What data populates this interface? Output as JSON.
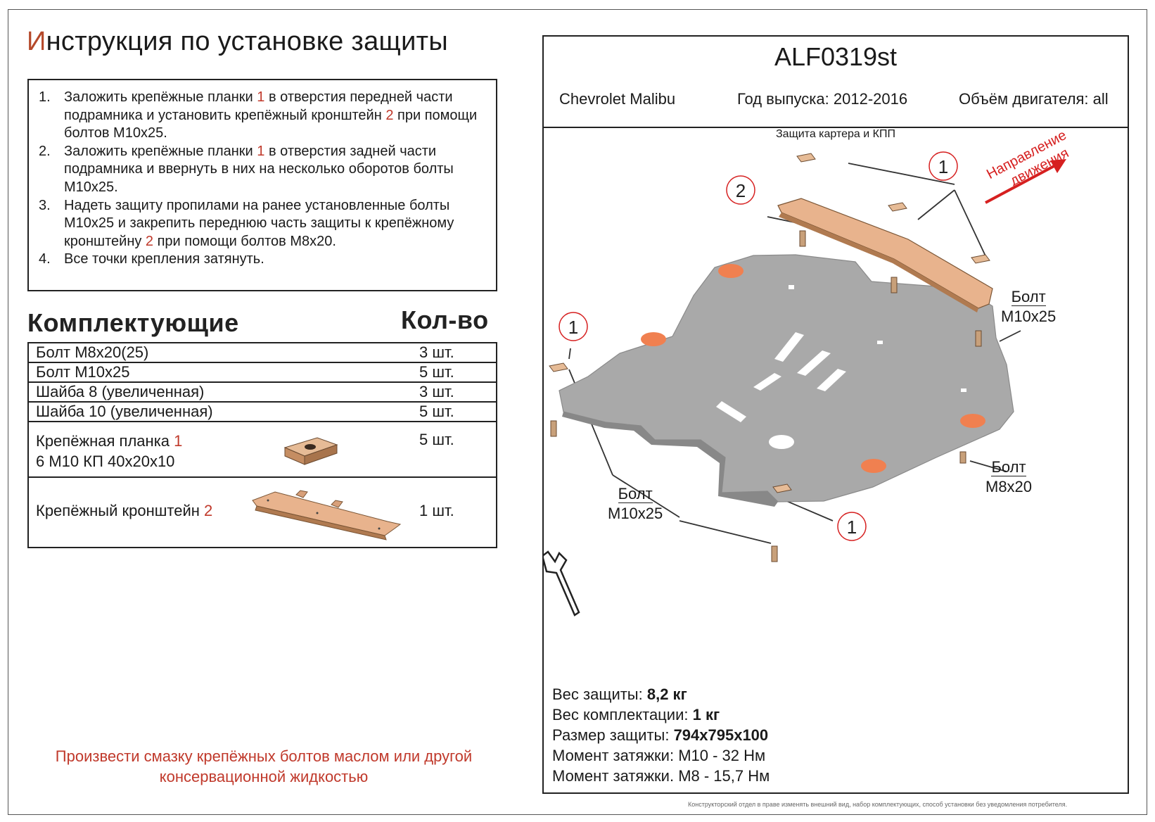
{
  "header": {
    "title_first_letter": "И",
    "title_rest": "нструкция по установке защиты"
  },
  "instructions": [
    {
      "num": "1.",
      "parts": [
        "Заложить крепёжные планки ",
        "1",
        " в отверстия передней части подрамника и установить крепёжный кронштейн ",
        "2",
        " при помощи болтов М10х25."
      ]
    },
    {
      "num": "2.",
      "parts": [
        "Заложить крепёжные планки ",
        "1",
        " в отверстия задней части подрамника и ввернуть в них на несколько оборотов болты М10х25."
      ]
    },
    {
      "num": "3.",
      "parts": [
        "Надеть защиту пропилами на ранее установленные болты М10х25 и закрепить переднюю часть защиты к крепёжному кронштейну ",
        "2",
        " при помощи болтов М8х20."
      ]
    },
    {
      "num": "4.",
      "parts": [
        "Все точки крепления затянуть."
      ]
    }
  ],
  "parts": {
    "title": "Комплектующие",
    "qty_title": "Кол-во",
    "rows": [
      {
        "name": "Болт М8х20(25)",
        "qty": "3 шт."
      },
      {
        "name": "Болт М10х25",
        "qty": "5 шт."
      },
      {
        "name": "Шайба 8 (увеличенная)",
        "qty": "3 шт."
      },
      {
        "name": "Шайба 10 (увеличенная)",
        "qty": "5 шт."
      },
      {
        "name_a": "Крепёжная планка ",
        "name_num": "1",
        "name_b": "6 М10 КП 40х20х10",
        "qty": "5 шт."
      },
      {
        "name_a": "Крепёжный кронштейн ",
        "name_num": "2",
        "qty": "1 шт."
      }
    ]
  },
  "note": {
    "line1": "Произвести смазку крепёжных болтов маслом или другой",
    "line2": "консервационной жидкостью"
  },
  "spec": {
    "model_code": "ALF0319st",
    "car": "Chevrolet Malibu",
    "year": "Год выпуска: 2012-2016",
    "engine": "Объём двигателя: all",
    "subtitle": "Защита картера и КПП"
  },
  "diagram": {
    "direction_line1": "Направление",
    "direction_line2": "движения",
    "callout_1": "1",
    "callout_2": "2",
    "bolt_m10_right_a": "Болт",
    "bolt_m10_right_b": "М10х25",
    "bolt_m8_a": "Болт",
    "bolt_m8_b": "М8х20",
    "bolt_m10_left_a": "Болт",
    "bolt_m10_left_b": "М10х25"
  },
  "weights": {
    "weight_label": "Вес защиты: ",
    "weight_value": "8,2 кг",
    "kit_label": "Вес комплектации: ",
    "kit_value": "1 кг",
    "size_label": "Размер защиты: ",
    "size_value": "794х795х100",
    "torque1": "Момент затяжки:  М10 - 32 Нм",
    "torque2": "Момент затяжки.  М8 - 15,7 Нм"
  },
  "footnote": "Конструкторский отдел в праве изменять внешний вид, набор комплектующих, способ установки без уведомления потребителя.",
  "colors": {
    "accent_red": "#c0392b",
    "title_accent": "#b5492a",
    "plate_grey": "#a8a8a8",
    "bracket_copper": "#e0a882",
    "pad_orange": "#f08050"
  }
}
